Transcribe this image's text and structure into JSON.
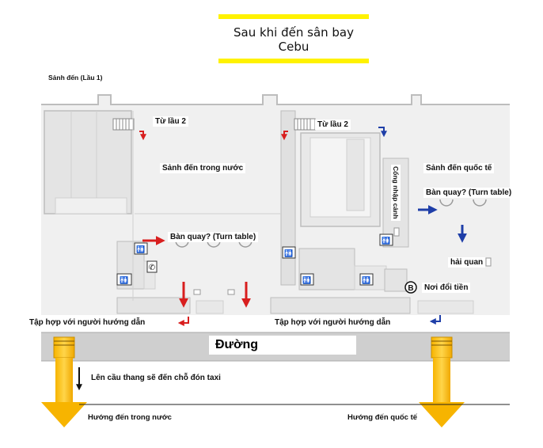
{
  "title": "Sau khi đến sân bay Cebu",
  "floor_label": "Sảnh đến (Lầu 1)",
  "areas": {
    "domestic_hall": "Sảnh đến trong nước",
    "international_hall": "Sảnh đến quốc tế",
    "from_floor2": "Từ lầu 2",
    "immigration": "Cổng nhập cảnh",
    "turntable": "Bàn quay? (Turn table)",
    "customs": "hải quan",
    "exchange": "Nơi đổi tiền",
    "exchange_badge": "B",
    "meet_guide": "Tập hợp với người hướng dẫn",
    "road": "Đường",
    "taxi": "Lên cầu thang sẽ đến chỗ đón taxi",
    "dir_domestic": "Hướng đến trong nước",
    "dir_international": "Hướng đến quốc tế"
  },
  "colors": {
    "red_arrow": "#d81e1e",
    "blue_arrow": "#1e3ea8",
    "yellow": "#fff200",
    "orange_arrow": "#f7b400",
    "floor": "#f0f0f0",
    "wall": "#c8c8c8",
    "road": "#cfcfcf"
  }
}
